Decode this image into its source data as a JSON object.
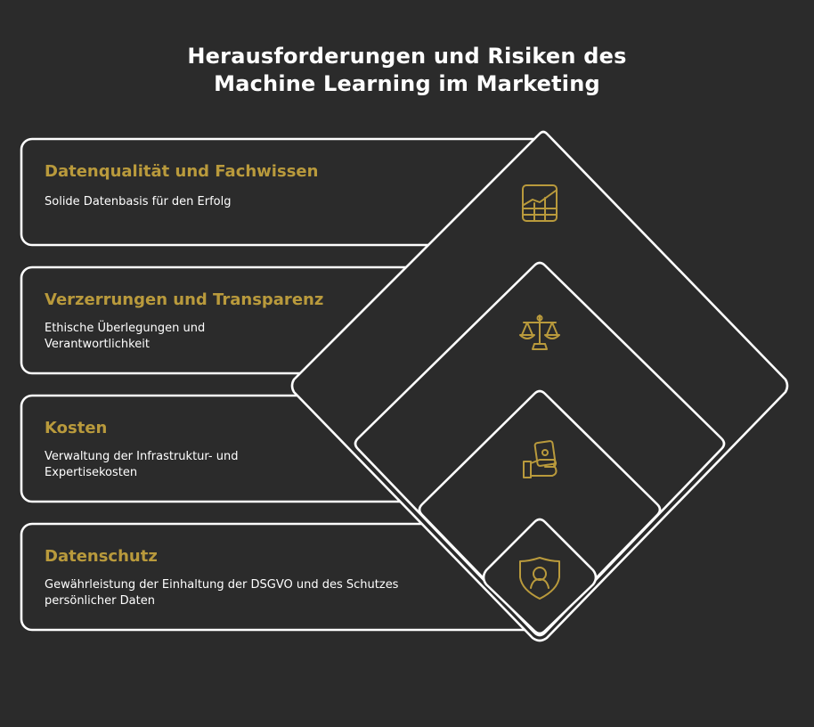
{
  "title": {
    "line1": "Herausforderungen und Risiken des",
    "line2": "Machine Learning im Marketing"
  },
  "colors": {
    "background": "#2b2b2b",
    "accent": "#b99a3c",
    "stroke": "#ffffff",
    "text": "#ffffff"
  },
  "items": [
    {
      "heading": "Datenqualität und Fachwissen",
      "description": "Solide Datenbasis für den Erfolg",
      "icon": "chart-grid-icon"
    },
    {
      "heading": "Verzerrungen und Transparenz",
      "description": "Ethische Überlegungen und Verantwortlichkeit",
      "icon": "scales-icon"
    },
    {
      "heading": "Kosten",
      "description": "Verwaltung der Infrastruktur- und Expertisekosten",
      "icon": "hand-money-icon"
    },
    {
      "heading": "Datenschutz",
      "description": "Gewährleistung der Einhaltung der DSGVO und des Schutzes persönlicher Daten",
      "icon": "shield-user-icon"
    }
  ]
}
